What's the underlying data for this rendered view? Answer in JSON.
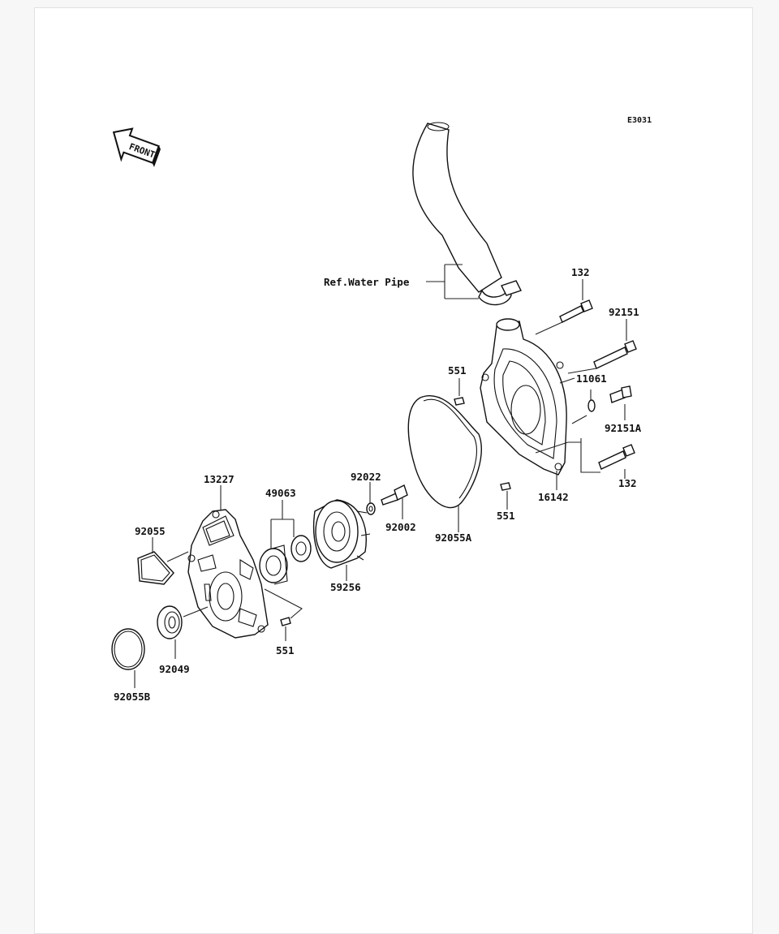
{
  "diagram": {
    "code": "E3031",
    "front": "FRONT",
    "ref_label": "Ref.Water Pipe",
    "labels": {
      "p132a": "132",
      "p92151": "92151",
      "p11061": "11061",
      "p551a": "551",
      "p92151A": "92151A",
      "p132b": "132",
      "p16142": "16142",
      "p551b": "551",
      "p92055A": "92055A",
      "p92022": "92022",
      "p92002": "92002",
      "p49063": "49063",
      "p13227": "13227",
      "p59256": "59256",
      "p92055": "92055",
      "p551c": "551",
      "p92049": "92049",
      "p92055B": "92055B"
    }
  }
}
